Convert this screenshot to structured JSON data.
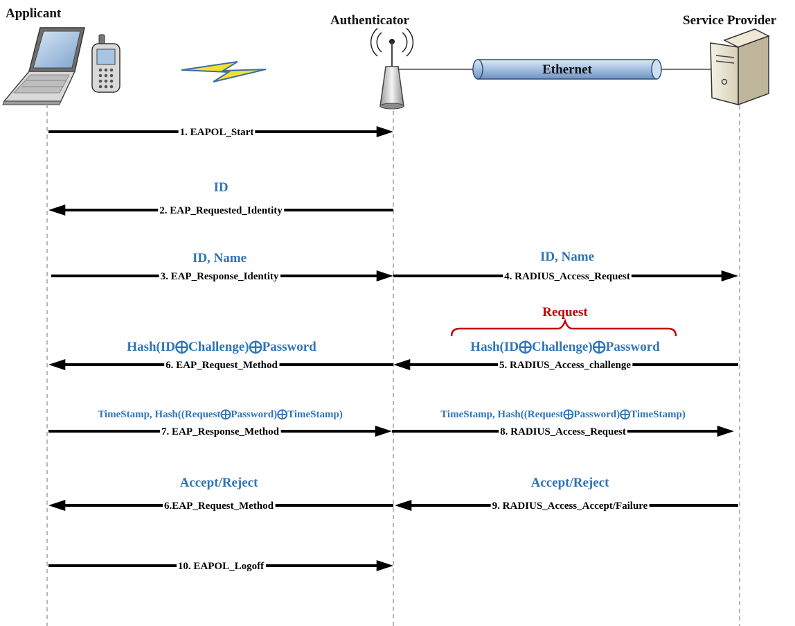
{
  "actors": {
    "applicant": "Applicant",
    "authenticator": "Authenticator",
    "service_provider": "Service Provider"
  },
  "link_label": "Ethernet",
  "colors": {
    "annotation_blue": "#2E75B6",
    "annotation_red": "#C00000",
    "cylinder_fill": "#A9C4E4",
    "lightning": "#F5E22B"
  },
  "icons": [
    "laptop-icon",
    "phone-icon",
    "lightning-icon",
    "antenna-icon",
    "server-icon"
  ],
  "messages": [
    {
      "label": "1. EAPOL_Start"
    },
    {
      "label": "2. EAP_Requested_Identity",
      "annotation": "ID"
    },
    {
      "label": "3. EAP_Response_Identity",
      "annotation": "ID, Name"
    },
    {
      "label": "4. RADIUS_Access_Request",
      "annotation": "ID, Name"
    },
    {
      "label": "5. RADIUS_Access_challenge",
      "annotation": "Hash(ID⨁Challenge)⨁Password",
      "bracket_label": "Request"
    },
    {
      "label": "6. EAP_Request_Method",
      "annotation": "Hash(ID⨁Challenge)⨁Password"
    },
    {
      "label": "7. EAP_Response_Method",
      "annotation": "TimeStamp, Hash((Request⨁Password)⨁TimeStamp)"
    },
    {
      "label": "8. RADIUS_Access_Request",
      "annotation": "TimeStamp, Hash((Request⨁Password)⨁TimeStamp)"
    },
    {
      "label": "6.EAP_Request_Method",
      "annotation": "Accept/Reject"
    },
    {
      "label": "9. RADIUS_Access_Accept/Failure",
      "annotation": "Accept/Reject"
    },
    {
      "label": "10. EAPOL_Logoff"
    }
  ]
}
